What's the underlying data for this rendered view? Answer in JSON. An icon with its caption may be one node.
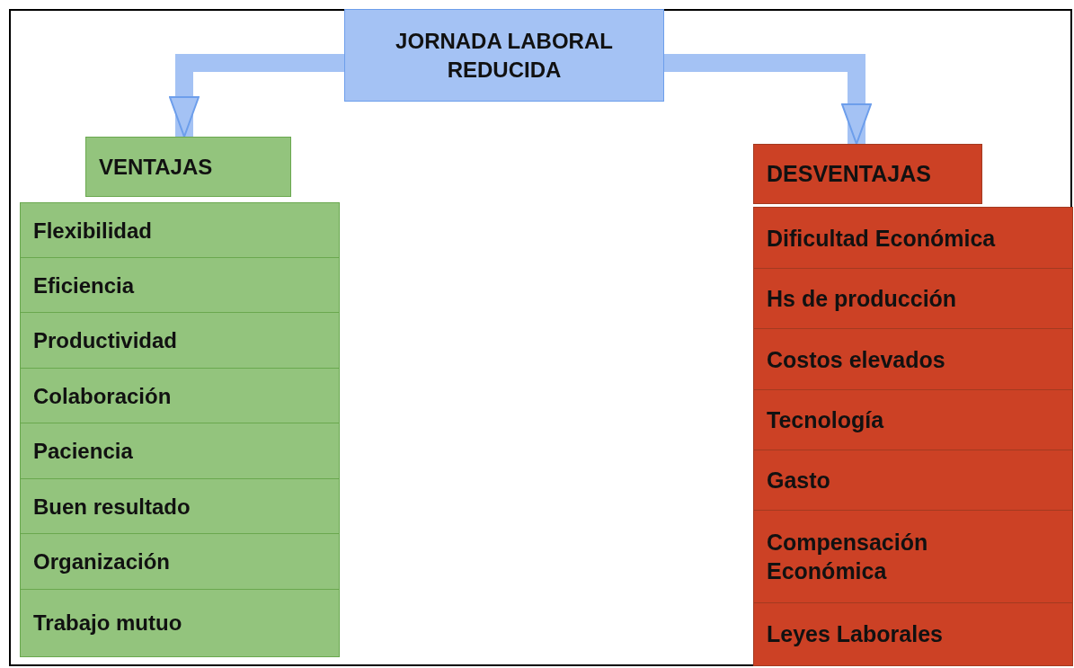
{
  "diagram": {
    "nodes": [
      {
        "text": [
          "JORNADA LABORAL REDUCIDA"
        ]
      },
      {
        "text": [
          "VENTAJAS"
        ]
      },
      {
        "text": [
          "Flexibilidad"
        ]
      },
      {
        "text": [
          "Eficiencia"
        ]
      },
      {
        "text": [
          "Productividad"
        ]
      },
      {
        "text": [
          "Colaboración"
        ]
      },
      {
        "text": [
          "Paciencia"
        ]
      },
      {
        "text": [
          "Buen resultado"
        ]
      },
      {
        "text": [
          "Organización"
        ]
      },
      {
        "text": [
          "Trabajo mutuo"
        ]
      },
      {
        "text": [
          "DESVENTAJAS"
        ]
      },
      {
        "text": [
          "Dificultad Económica"
        ]
      },
      {
        "text": [
          "Hs de producción"
        ]
      },
      {
        "text": [
          "Costos elevados"
        ]
      },
      {
        "text": [
          "Tecnología"
        ]
      },
      {
        "text": [
          "Gasto"
        ]
      },
      {
        "text": [
          "Compensación Económica"
        ]
      },
      {
        "text": [
          "Leyes Laborales"
        ]
      }
    ],
    "edges": [
      {
        "from": 0,
        "to": 1,
        "arrow": "to"
      },
      {
        "from": 0,
        "to": 10,
        "arrow": "to"
      }
    ]
  }
}
